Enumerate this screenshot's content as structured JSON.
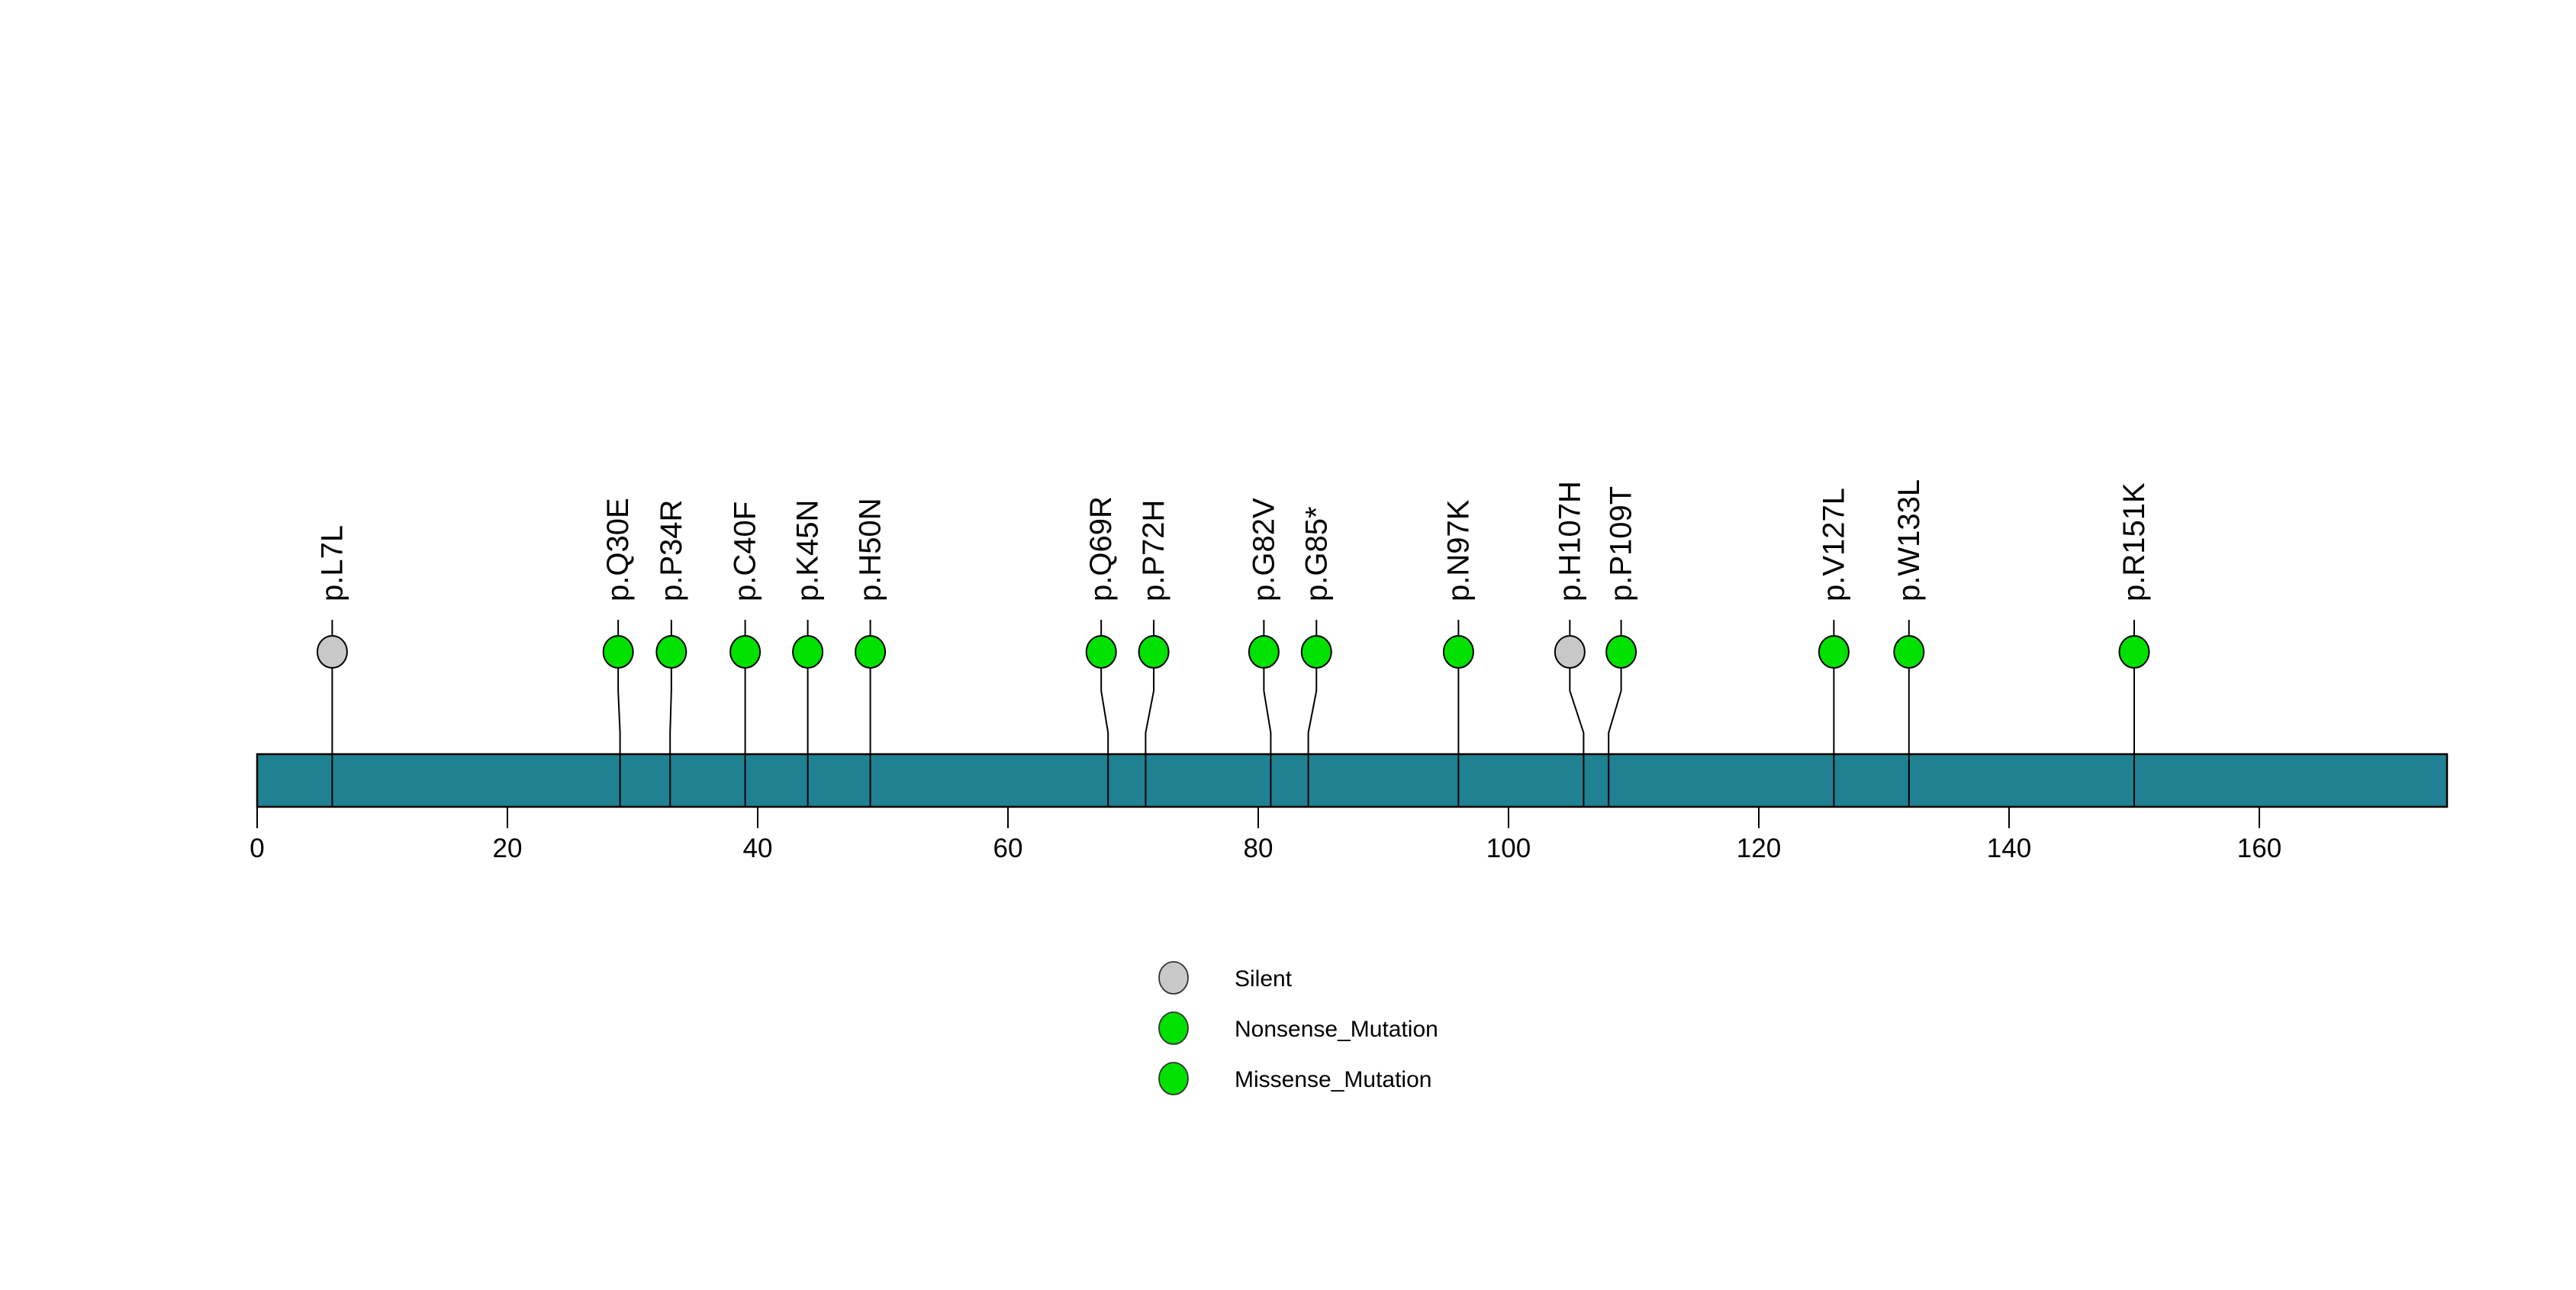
{
  "chart_data": {
    "type": "lollipop",
    "description": "Protein mutation lollipop plot",
    "axis": {
      "ticks": [
        0,
        20,
        40,
        60,
        80,
        100,
        120,
        140,
        160
      ],
      "xmax": 175,
      "grid": false
    },
    "protein_bar_color": "#1F8192",
    "stem_color": "#000000",
    "type_colors": {
      "Silent": "#C8C8C8",
      "Nonsense_Mutation": "#00E100",
      "Missense_Mutation": "#00E100"
    },
    "mutations": [
      {
        "label": "p.L7L",
        "position": 7,
        "type": "Silent",
        "circle_x_shift": 0
      },
      {
        "label": "p.Q30E",
        "position": 30,
        "type": "Missense_Mutation",
        "circle_x_shift": -0.15
      },
      {
        "label": "p.P34R",
        "position": 34,
        "type": "Missense_Mutation",
        "circle_x_shift": 0.1
      },
      {
        "label": "p.C40F",
        "position": 40,
        "type": "Missense_Mutation",
        "circle_x_shift": 0
      },
      {
        "label": "p.K45N",
        "position": 45,
        "type": "Missense_Mutation",
        "circle_x_shift": 0
      },
      {
        "label": "p.H50N",
        "position": 50,
        "type": "Missense_Mutation",
        "circle_x_shift": 0
      },
      {
        "label": "p.Q69R",
        "position": 69,
        "type": "Missense_Mutation",
        "circle_x_shift": -0.55
      },
      {
        "label": "p.P72H",
        "position": 72,
        "type": "Missense_Mutation",
        "circle_x_shift": 0.65
      },
      {
        "label": "p.G82V",
        "position": 82,
        "type": "Missense_Mutation",
        "circle_x_shift": -0.55
      },
      {
        "label": "p.G85*",
        "position": 85,
        "type": "Nonsense_Mutation",
        "circle_x_shift": 0.65
      },
      {
        "label": "p.N97K",
        "position": 97,
        "type": "Missense_Mutation",
        "circle_x_shift": 0
      },
      {
        "label": "p.H107H",
        "position": 107,
        "type": "Silent",
        "circle_x_shift": -1.1
      },
      {
        "label": "p.P109T",
        "position": 109,
        "type": "Missense_Mutation",
        "circle_x_shift": 1.0
      },
      {
        "label": "p.V127L",
        "position": 127,
        "type": "Missense_Mutation",
        "circle_x_shift": 0
      },
      {
        "label": "p.W133L",
        "position": 133,
        "type": "Missense_Mutation",
        "circle_x_shift": 0
      },
      {
        "label": "p.R151K",
        "position": 151,
        "type": "Missense_Mutation",
        "circle_x_shift": 0
      }
    ],
    "legend": [
      {
        "label": "Silent",
        "type": "Silent"
      },
      {
        "label": "Nonsense_Mutation",
        "type": "Nonsense_Mutation"
      },
      {
        "label": "Missense_Mutation",
        "type": "Missense_Mutation"
      }
    ],
    "legend_position": "bottom-center"
  }
}
